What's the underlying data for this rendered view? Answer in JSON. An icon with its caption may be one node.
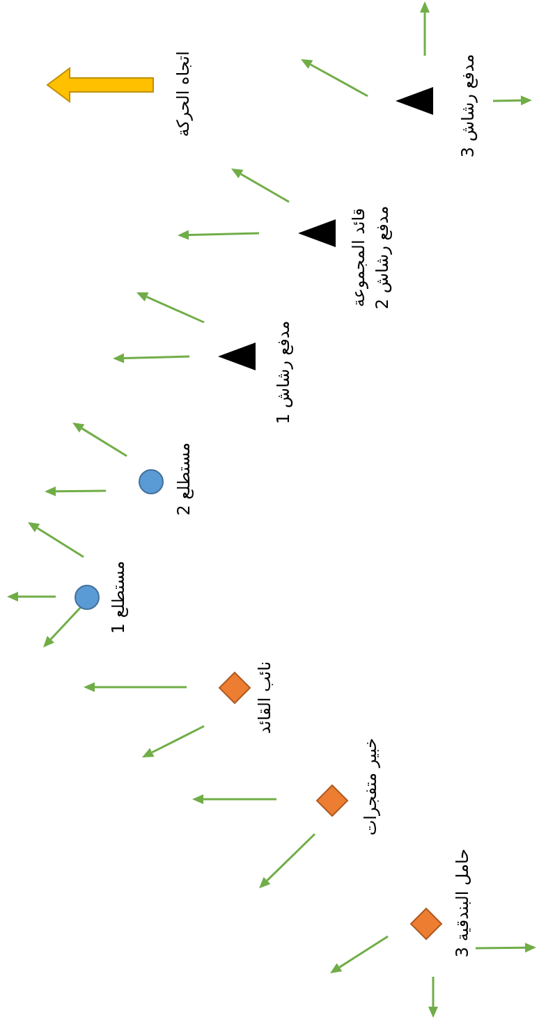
{
  "diagram": {
    "nodes": [
      {
        "text": [
          "مدفع رشاش 3"
        ]
      },
      {
        "text": [
          "قائد المجموعة",
          "مدفع رشاش 2"
        ]
      },
      {
        "text": [
          "مدفع رشاش 1"
        ]
      },
      {
        "text": [
          "مستطلع 2"
        ]
      },
      {
        "text": [
          "مستطلع 1"
        ]
      },
      {
        "text": [
          "نائب القائد"
        ]
      },
      {
        "text": [
          "خبير متفجرات"
        ]
      },
      {
        "text": [
          "حامل البندقية 3"
        ]
      }
    ],
    "labels": [
      "اتجاه الحركة"
    ]
  }
}
